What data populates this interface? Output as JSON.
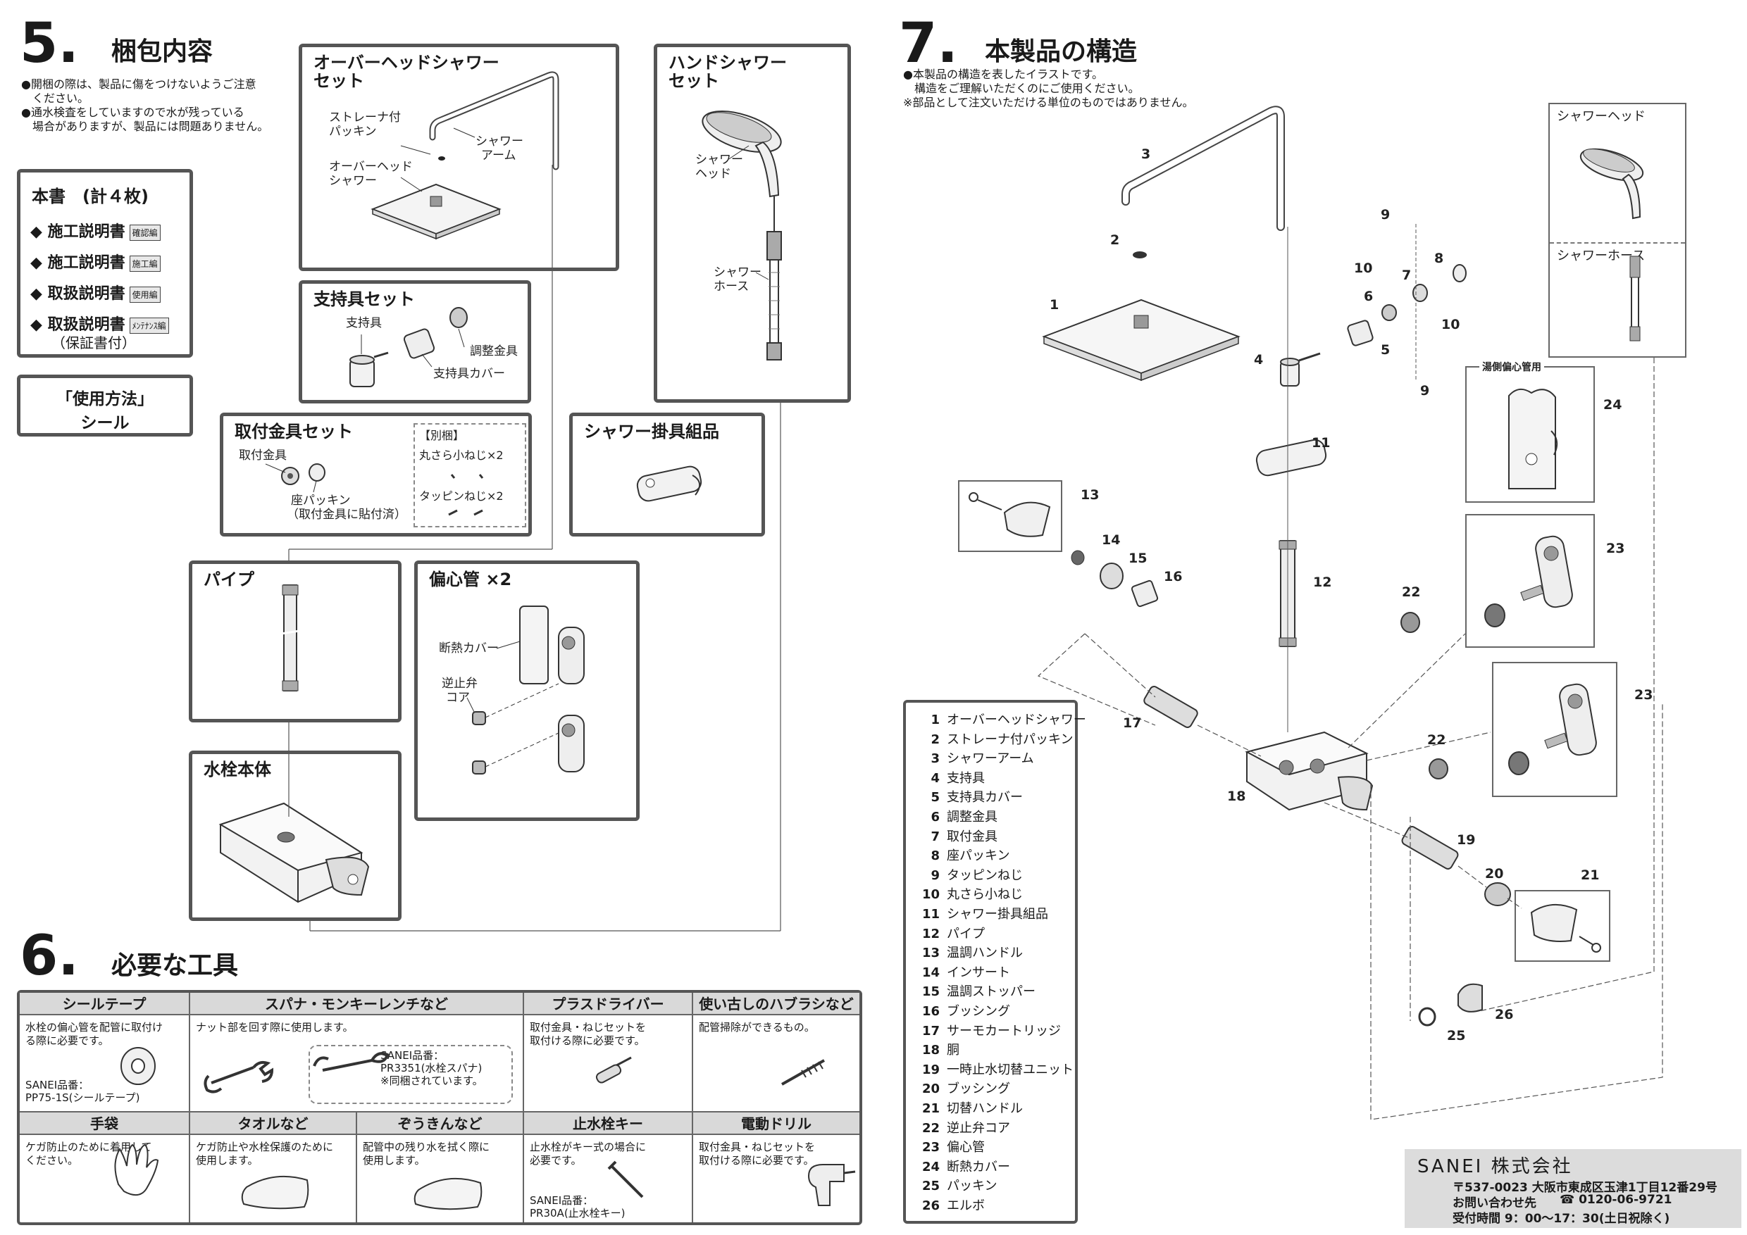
{
  "section5": {
    "number": "5.",
    "title": "梱包内容",
    "notes": [
      "●開梱の際は、製品に傷をつけないようご注意",
      "　ください。",
      "●通水検査をしていますので水が残っている",
      "　場合がありますが、製品には問題ありません。"
    ],
    "docs": {
      "title": "本書　(計４枚)",
      "items": [
        {
          "label": "◆ 施工説明書",
          "tag": "確認編"
        },
        {
          "label": "◆ 施工説明書",
          "tag": "施工編"
        },
        {
          "label": "◆ 取扱説明書",
          "tag": "使用編"
        },
        {
          "label": "◆ 取扱説明書",
          "tag": "ﾒﾝﾃﾅﾝｽ編"
        }
      ],
      "warranty": "（保証書付）"
    },
    "seal": {
      "line1": "「使用方法」",
      "line2": "シール"
    },
    "overhead": {
      "title1": "オーバーヘッドシャワー",
      "title2": "セット",
      "strainer1": "ストレーナ付",
      "strainer2": "パッキン",
      "arm1": "シャワー",
      "arm2": "アーム",
      "head1": "オーバーヘッド",
      "head2": "シャワー"
    },
    "hand": {
      "title1": "ハンドシャワー",
      "title2": "セット",
      "head1": "シャワー",
      "head2": "ヘッド",
      "hose1": "シャワー",
      "hose2": "ホース"
    },
    "support": {
      "title": "支持具セット",
      "support": "支持具",
      "adjust": "調整金具",
      "cover": "支持具カバー"
    },
    "mount": {
      "title": "取付金具セット",
      "fitting": "取付金具",
      "packing": "座パッキン",
      "packing_note": "（取付金具に貼付済）",
      "separate": "【別梱】",
      "screw1": "丸さら小ねじ×2",
      "screw2": "タッピンねじ×2"
    },
    "hanger": {
      "title": "シャワー掛具組品"
    },
    "pipe": {
      "title": "パイプ"
    },
    "eccentric": {
      "title": "偏心管 ×2",
      "cover": "断熱カバー",
      "valve1": "逆止弁",
      "valve2": "コア"
    },
    "body": {
      "title": "水栓本体"
    }
  },
  "section6": {
    "number": "6.",
    "title": "必要な工具",
    "tools": [
      {
        "name": "シールテープ",
        "desc": "水栓の偏心管を配管に取付け\nる際に必要です。",
        "note": "SANEI品番：\nPP75-1S(シールテープ)"
      },
      {
        "name": "スパナ・モンキーレンチなど",
        "desc": "ナット部を回す際に使用します。",
        "note": "SANEI品番：\nPR3351(水栓スパナ)\n※同梱されています。"
      },
      {
        "name": "プラスドライバー",
        "desc": "取付金具・ねじセットを\n取付ける際に必要です。",
        "note": ""
      },
      {
        "name": "使い古しのハブラシなど",
        "desc": "配管掃除ができるもの。",
        "note": ""
      },
      {
        "name": "手袋",
        "desc": "ケガ防止のために着用して\nください。",
        "note": ""
      },
      {
        "name": "タオルなど",
        "desc": "ケガ防止や水栓保護のために\n使用します。",
        "note": ""
      },
      {
        "name": "ぞうきんなど",
        "desc": "配管中の残り水を拭く際に\n使用します。",
        "note": ""
      },
      {
        "name": "止水栓キー",
        "desc": "止水栓がキー式の場合に\n必要です。",
        "note": "SANEI品番：\nPR30A(止水栓キー)"
      },
      {
        "name": "電動ドリル",
        "desc": "取付金具・ねじセットを\n取付ける際に必要です。",
        "note": ""
      }
    ]
  },
  "section7": {
    "number": "7.",
    "title": "本製品の構造",
    "notes": [
      "●本製品の構造を表したイラストです。",
      "　構造をご理解いただくのにご使用ください。",
      "※部品として注文いただける単位のものではありません。"
    ],
    "inset_head": "シャワーヘッド",
    "inset_hose": "シャワーホース",
    "inset_24": "湯側偏心管用",
    "callouts": [
      "1",
      "2",
      "3",
      "4",
      "5",
      "6",
      "7",
      "8",
      "9",
      "9",
      "10",
      "10",
      "11",
      "12",
      "13",
      "14",
      "15",
      "16",
      "17",
      "18",
      "19",
      "20",
      "21",
      "22",
      "22",
      "23",
      "23",
      "24",
      "25",
      "26"
    ],
    "parts": [
      {
        "no": "1",
        "name": "オーバーヘッドシャワー"
      },
      {
        "no": "2",
        "name": "ストレーナ付パッキン"
      },
      {
        "no": "3",
        "name": "シャワーアーム"
      },
      {
        "no": "4",
        "name": "支持具"
      },
      {
        "no": "5",
        "name": "支持具カバー"
      },
      {
        "no": "6",
        "name": "調整金具"
      },
      {
        "no": "7",
        "name": "取付金具"
      },
      {
        "no": "8",
        "name": "座パッキン"
      },
      {
        "no": "9",
        "name": "タッピンねじ"
      },
      {
        "no": "10",
        "name": "丸さら小ねじ"
      },
      {
        "no": "11",
        "name": "シャワー掛具組品"
      },
      {
        "no": "12",
        "name": "パイプ"
      },
      {
        "no": "13",
        "name": "温調ハンドル"
      },
      {
        "no": "14",
        "name": "インサート"
      },
      {
        "no": "15",
        "name": "温調ストッパー"
      },
      {
        "no": "16",
        "name": "ブッシング"
      },
      {
        "no": "17",
        "name": "サーモカートリッジ"
      },
      {
        "no": "18",
        "name": "胴"
      },
      {
        "no": "19",
        "name": "一時止水切替ユニット"
      },
      {
        "no": "20",
        "name": "ブッシング"
      },
      {
        "no": "21",
        "name": "切替ハンドル"
      },
      {
        "no": "22",
        "name": "逆止弁コア"
      },
      {
        "no": "23",
        "name": "偏心管"
      },
      {
        "no": "24",
        "name": "断熱カバー"
      },
      {
        "no": "25",
        "name": "パッキン"
      },
      {
        "no": "26",
        "name": "エルボ"
      }
    ]
  },
  "company": {
    "name": "SANEI 株式会社",
    "address": "〒537-0023  大阪市東成区玉津1丁目12番29号",
    "contact_label": "お問い合わせ先",
    "phone": "☎ 0120-06-9721",
    "hours": "受付時間  9：00～17：30(土日祝除く)"
  }
}
